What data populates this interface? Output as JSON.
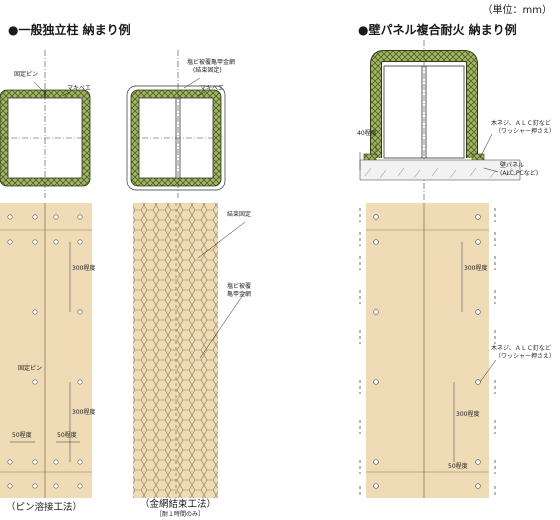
{
  "unit_label": "（単位：mm）",
  "sections": {
    "left_title": "●一般独立柱 納まり例",
    "right_title": "●壁パネル複合耐火 納まり例"
  },
  "labels": {
    "fixing_pin": "固定ピン",
    "wrap": "マキベエ",
    "pvc_mesh_top": "塩ビ被覆亀甲金網",
    "binding_fixed_paren": "(結束固定)",
    "binding_fixed": "結束固定",
    "pvc_coated": "塩ビ被覆",
    "hex_mesh": "亀甲金網",
    "approx_40": "40程度",
    "approx_50": "50程度",
    "approx_300": "300程度",
    "wood_screw": "木ネジ、ＡＬＣ釘など",
    "washer": "（ワッシャー押さえ）",
    "wall_panel": "壁パネル",
    "alc_pc": "(ALC,PCなど)"
  },
  "captions": {
    "pin_weld": "（ピン溶接工法）",
    "mesh_binding": "（金網結束工法）",
    "one_hour": "［耐１時間のみ］"
  },
  "colors": {
    "board": "#efdcb6",
    "wrap_green": "#9fb060",
    "line": "#222222"
  }
}
